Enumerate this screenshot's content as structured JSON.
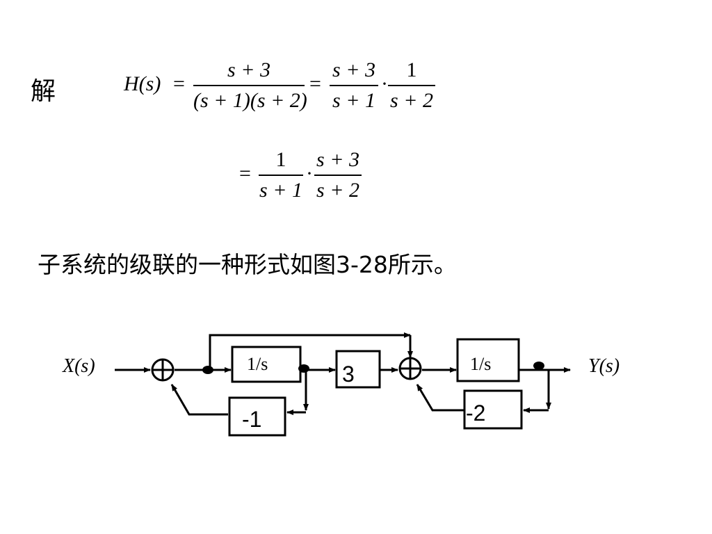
{
  "solve_label": "解",
  "equation1": {
    "lhs": "H(s)",
    "eq": "=",
    "frac1_num": "s + 3",
    "frac1_den": "(s + 1)(s + 2)",
    "eq2": "=",
    "frac2_num": "s + 3",
    "frac2_den": "s + 1",
    "dot": "·",
    "frac3_num": "1",
    "frac3_den": "s + 2"
  },
  "equation2": {
    "eq": "=",
    "frac1_num": "1",
    "frac1_den": "s + 1",
    "dot": "·",
    "frac2_num": "s + 3",
    "frac2_den": "s + 2"
  },
  "sentence": "子系统的级联的一种形式如图3-28所示。",
  "diagram": {
    "input_label": "X(s)",
    "output_label": "Y(s)",
    "integrator1": "1/s",
    "gain_3": "3",
    "integrator2": "1/s",
    "feedback1": "-1",
    "feedback2": "-2",
    "summer_symbol": "⊕"
  }
}
